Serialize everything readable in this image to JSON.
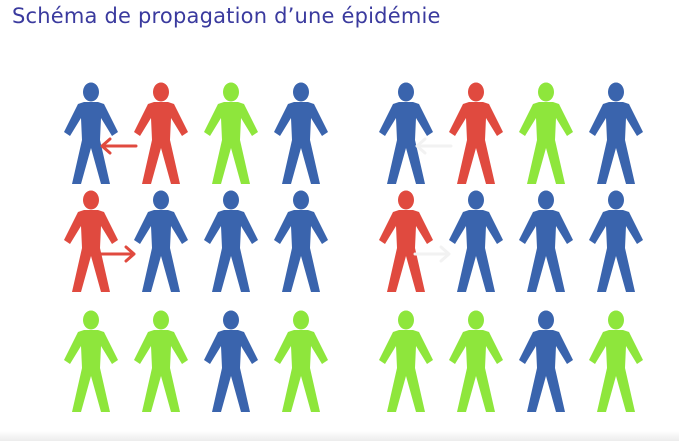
{
  "title": "Schéma de propagation d’une épidémie",
  "colors": {
    "sain": "#3a64ad",
    "infecte": "#e04a3f",
    "retabli": "#8ee63c",
    "arrow_active": "#e04a3f",
    "arrow_faded": "#f2f2f2",
    "title": "#3a3a9e"
  },
  "panels": [
    {
      "rows": [
        [
          "sain",
          "infecte",
          "retabli",
          "sain"
        ],
        [
          "infecte",
          "sain",
          "sain",
          "sain"
        ],
        [
          "retabli",
          "retabli",
          "sain",
          "retabli"
        ]
      ],
      "arrows": [
        {
          "row": 0,
          "between": [
            0,
            1
          ],
          "direction": "left",
          "style": "active"
        },
        {
          "row": 1,
          "between": [
            0,
            1
          ],
          "direction": "right",
          "style": "active"
        }
      ]
    },
    {
      "rows": [
        [
          "sain",
          "infecte",
          "retabli",
          "sain"
        ],
        [
          "infecte",
          "sain",
          "sain",
          "sain"
        ],
        [
          "retabli",
          "retabli",
          "sain",
          "retabli"
        ]
      ],
      "arrows": [
        {
          "row": 0,
          "between": [
            0,
            1
          ],
          "direction": "left",
          "style": "faded"
        },
        {
          "row": 1,
          "between": [
            0,
            1
          ],
          "direction": "right",
          "style": "faded"
        }
      ]
    }
  ]
}
